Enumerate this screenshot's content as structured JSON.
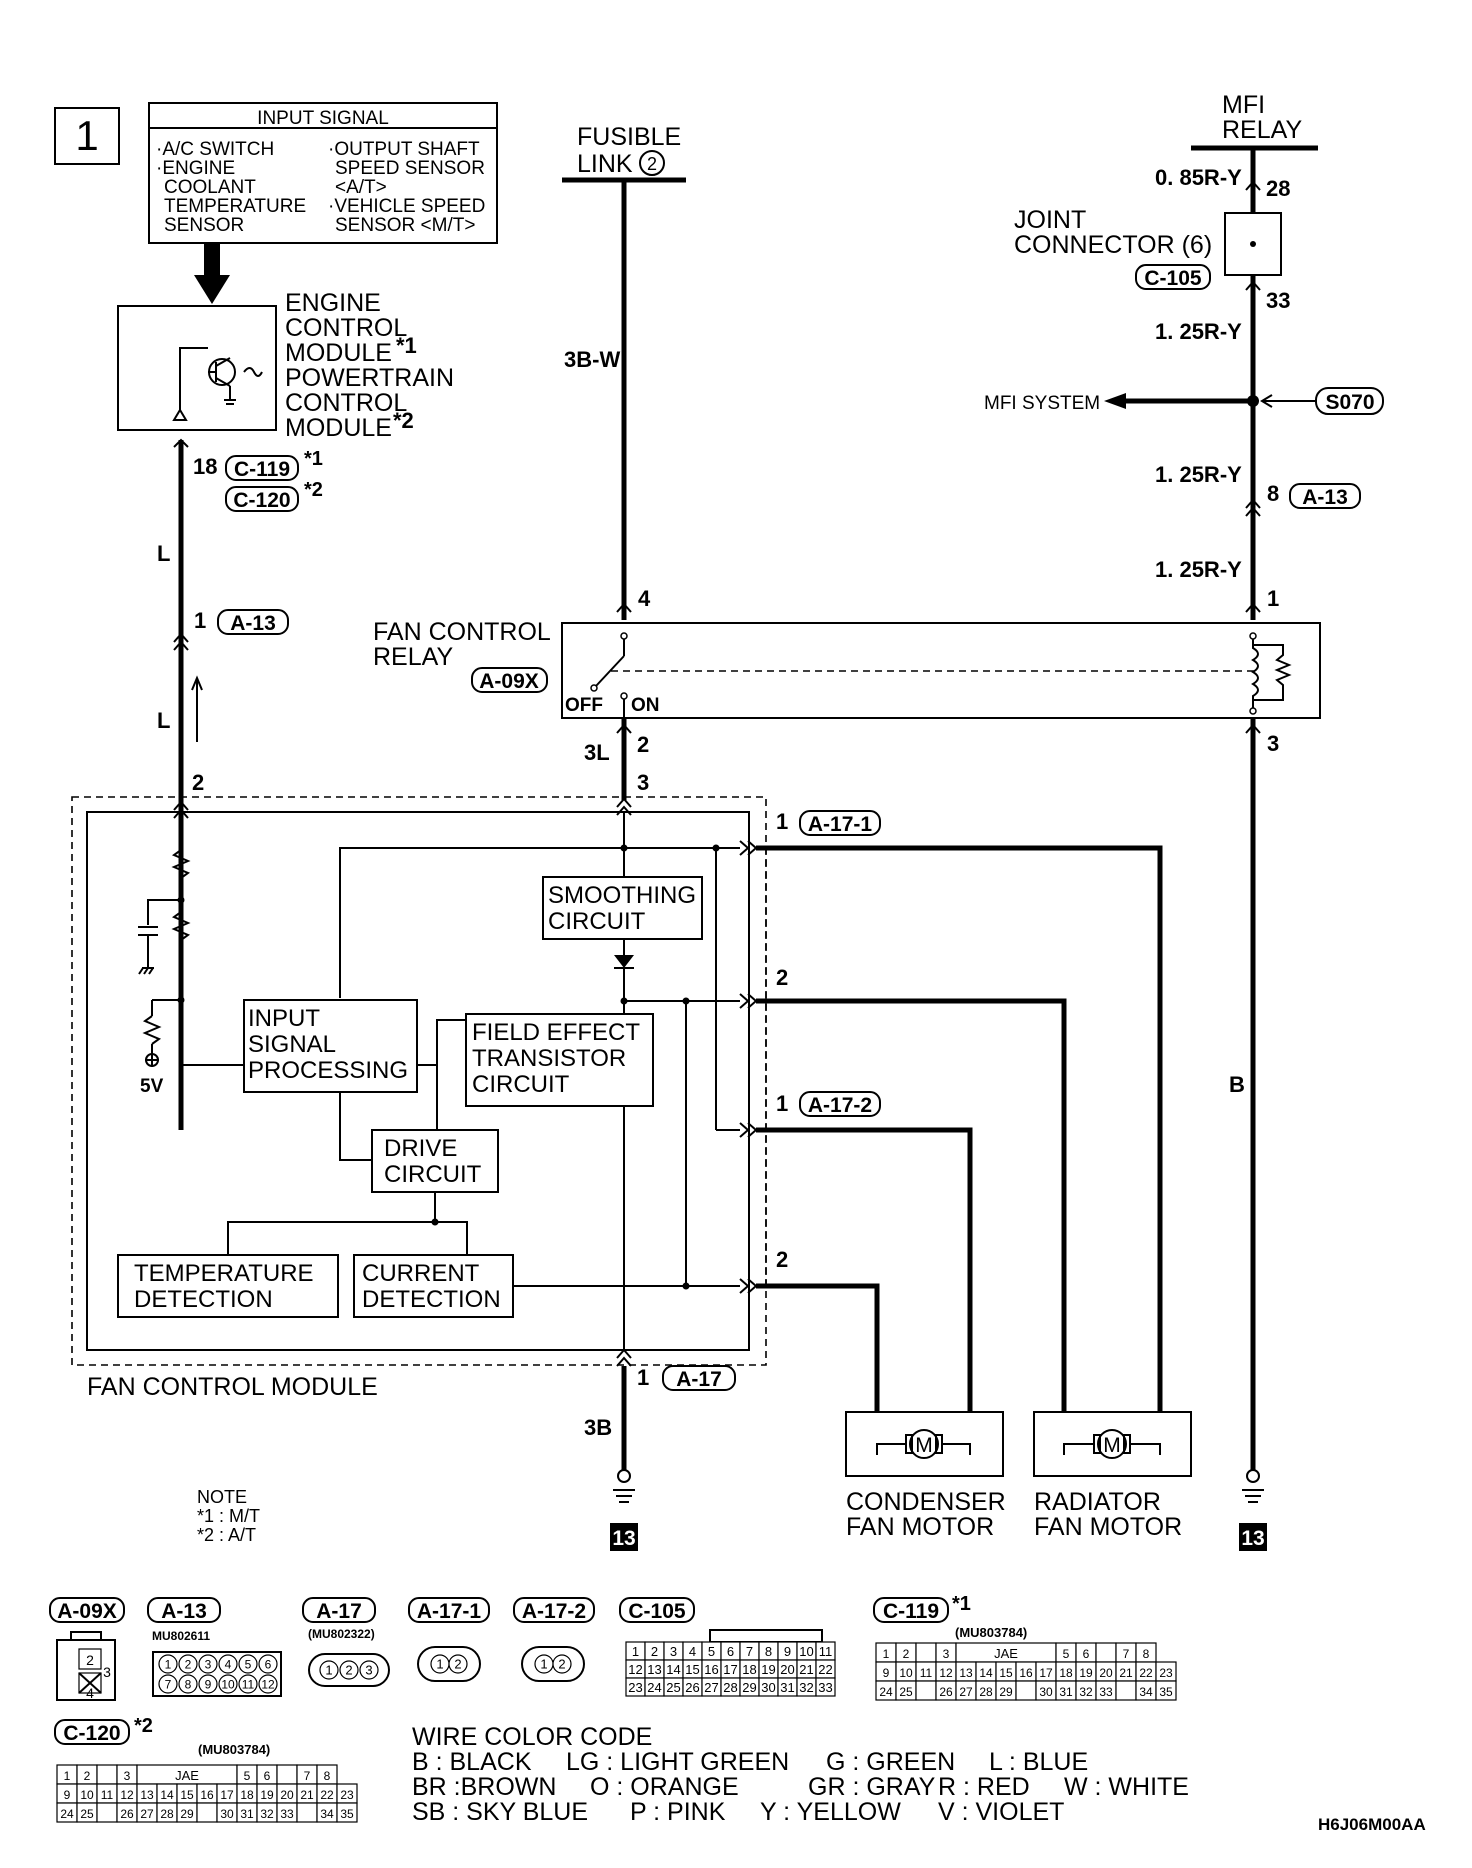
{
  "figure_number": "1",
  "input_signal": {
    "title": "INPUT SIGNAL",
    "col1": [
      "·A/C SWITCH",
      "·ENGINE",
      "COOLANT",
      "TEMPERATURE",
      "SENSOR"
    ],
    "col2": [
      "·OUTPUT SHAFT",
      "SPEED SENSOR",
      "<A/T>",
      "·VEHICLE SPEED",
      "SENSOR <M/T>"
    ]
  },
  "ecm": {
    "lines": [
      "ENGINE",
      "CONTROL",
      "MODULE",
      "POWERTRAIN",
      "CONTROL",
      "MODULE"
    ],
    "note1": "*1",
    "note2": "*2"
  },
  "fusible_link": {
    "line1": "FUSIBLE",
    "line2": "LINK",
    "num": "2"
  },
  "mfi_relay": {
    "line1": "MFI",
    "line2": "RELAY"
  },
  "joint_connector": {
    "line1": "JOINT",
    "line2": "CONNECTOR (6)",
    "ref": "C-105"
  },
  "mfi_system": "MFI SYSTEM",
  "splice": "S070",
  "fan_control_relay": {
    "line1": "FAN CONTROL",
    "line2": "RELAY",
    "ref": "A-09X",
    "off": "OFF",
    "on": "ON"
  },
  "fan_control_module": "FAN CONTROL MODULE",
  "blocks": {
    "smoothing": [
      "SMOOTHING",
      "CIRCUIT"
    ],
    "input_proc": [
      "INPUT",
      "SIGNAL",
      "PROCESSING"
    ],
    "fet": [
      "FIELD EFFECT",
      "TRANSISTOR",
      "CIRCUIT"
    ],
    "drive": [
      "DRIVE",
      "CIRCUIT"
    ],
    "temp": [
      "TEMPERATURE",
      "DETECTION"
    ],
    "current": [
      "CURRENT",
      "DETECTION"
    ]
  },
  "five_v": "5V",
  "wires": {
    "w_085ry": "0. 85R-Y",
    "w_125ry_a": "1. 25R-Y",
    "w_125ry_b": "1. 25R-Y",
    "w_125ry_c": "1. 25R-Y",
    "w_3bw": "3B-W",
    "w_l1": "L",
    "w_l2": "L",
    "w_3l": "3L",
    "w_3b": "3B",
    "w_b": "B"
  },
  "pins": {
    "p28": "28",
    "p33": "33",
    "p8": "8",
    "p1r": "1",
    "p3r": "3",
    "p4": "4",
    "p2f": "2",
    "p3f": "3",
    "p18": "18",
    "p1l": "1",
    "p2l": "2",
    "p_a171_1": "1",
    "p_a171_2": "2",
    "p_a172_1": "1",
    "p_a172_2": "2",
    "p_a17": "1"
  },
  "refs": {
    "c119": "C-119",
    "c120": "C-120",
    "a13_left": "A-13",
    "a13_right": "A-13",
    "a171": "A-17-1",
    "a172": "A-17-2",
    "a17": "A-17",
    "n1": "*1",
    "n2": "*2"
  },
  "motors": {
    "condenser": [
      "CONDENSER",
      "FAN MOTOR"
    ],
    "radiator": [
      "RADIATOR",
      "FAN MOTOR"
    ],
    "symbol": "M"
  },
  "ground_ref": "13",
  "note": {
    "title": "NOTE",
    "l1": "*1 : M/T",
    "l2": "*2 : A/T"
  },
  "connectors": {
    "a09x": "A-09X",
    "a13": "A-13",
    "a13_part": "MU802611",
    "a17": "A-17",
    "a17_part": "(MU802322)",
    "a171": "A-17-1",
    "a172": "A-17-2",
    "c105": "C-105",
    "c119": "C-119",
    "c119_note": "*1",
    "c119_part": "(MU803784)",
    "c120": "C-120",
    "c120_note": "*2",
    "c120_part": "(MU803784)",
    "jae": "JAE",
    "a09x_pins": [
      "2",
      "3",
      "4"
    ],
    "a13_pins": [
      "1",
      "2",
      "3",
      "4",
      "5",
      "6",
      "7",
      "8",
      "9",
      "10",
      "11",
      "12"
    ],
    "a17_pins": [
      "1",
      "2",
      "3"
    ],
    "a171_pins": [
      "1",
      "2"
    ],
    "a172_pins": [
      "1",
      "2"
    ],
    "c105_rows": [
      [
        "1",
        "2",
        "3",
        "4",
        "5",
        "6",
        "7",
        "8",
        "9",
        "10",
        "11"
      ],
      [
        "12",
        "13",
        "14",
        "15",
        "16",
        "17",
        "18",
        "19",
        "20",
        "21",
        "22"
      ],
      [
        "23",
        "24",
        "25",
        "26",
        "27",
        "28",
        "29",
        "30",
        "31",
        "32",
        "33"
      ]
    ],
    "c119_rows": [
      [
        "1",
        "2",
        "",
        "3",
        "4",
        "",
        "",
        "",
        "",
        "5",
        "6",
        "",
        "7",
        "8"
      ],
      [
        "9",
        "10",
        "11",
        "12",
        "13",
        "14",
        "15",
        "16",
        "17",
        "18",
        "19",
        "20",
        "21",
        "22",
        "23"
      ],
      [
        "24",
        "25",
        "",
        "26",
        "27",
        "28",
        "29",
        "",
        "30",
        "31",
        "32",
        "33",
        "",
        "34",
        "35"
      ]
    ]
  },
  "wire_color_code": {
    "title": "WIRE COLOR CODE",
    "rows": [
      [
        "B : BLACK",
        "LG : LIGHT GREEN",
        "G : GREEN",
        "L : BLUE"
      ],
      [
        "BR :BROWN",
        "O : ORANGE",
        "GR : GRAY",
        "R : RED",
        "W : WHITE"
      ],
      [
        "SB : SKY BLUE",
        "P : PINK",
        "Y : YELLOW",
        "V : VIOLET"
      ]
    ]
  },
  "drawing_id": "H6J06M00AA"
}
